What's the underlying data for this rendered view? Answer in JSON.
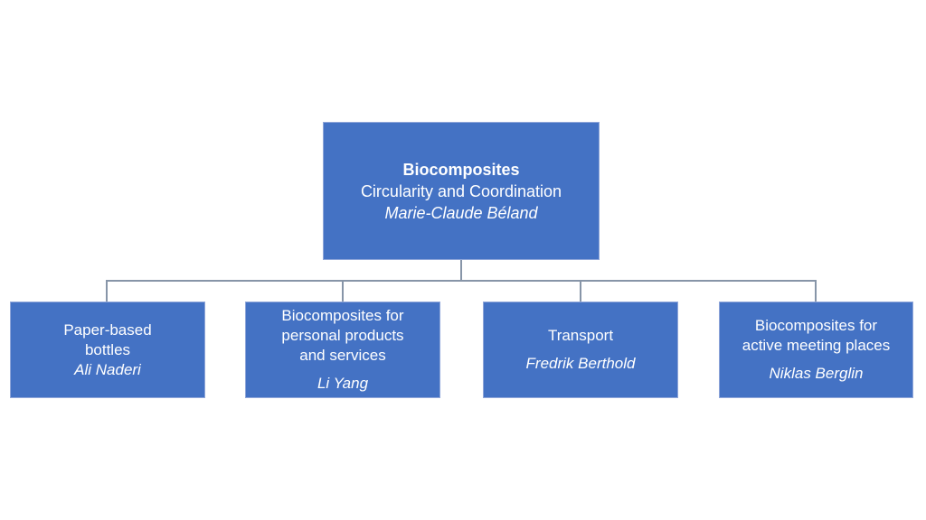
{
  "diagram": {
    "type": "org-chart",
    "colors": {
      "box_fill": "#4472C4",
      "box_text": "#FFFFFF",
      "connector": "#8795A8",
      "background": "#FFFFFF"
    },
    "root": {
      "title": "Biocomposites",
      "subtitle": "Circularity and Coordination",
      "person": "Marie-Claude Béland"
    },
    "children": [
      {
        "title": "Paper-based\nbottles",
        "person": "Ali Naderi"
      },
      {
        "title": "Biocomposites for\npersonal products\nand services",
        "person": "Li Yang"
      },
      {
        "title": "Transport",
        "person": "Fredrik Berthold"
      },
      {
        "title": "Biocomposites for\nactive meeting places",
        "person": "Niklas Berglin"
      }
    ]
  }
}
